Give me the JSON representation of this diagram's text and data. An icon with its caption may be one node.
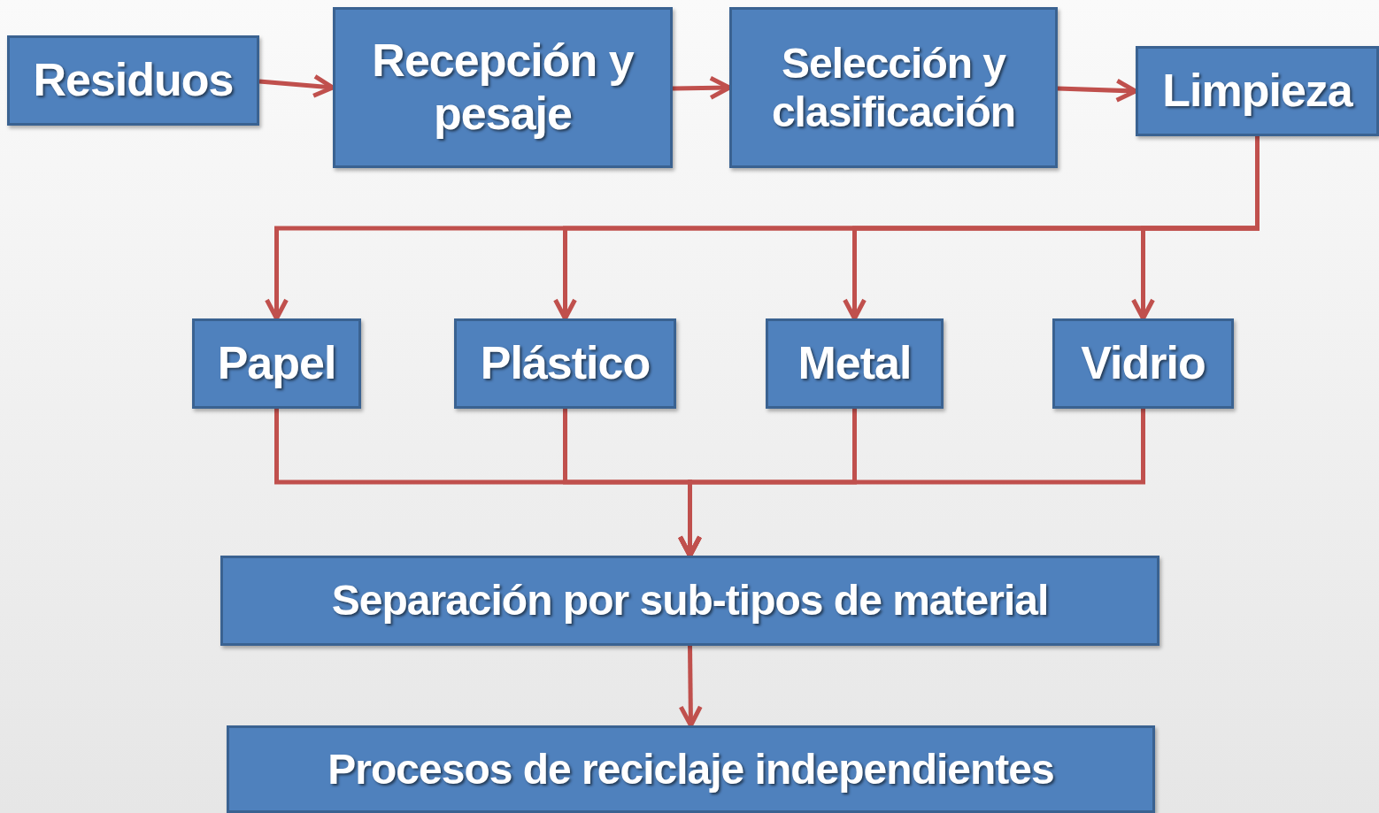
{
  "diagram": {
    "nodes": [
      {
        "text": [
          "Residuos"
        ]
      },
      {
        "text": [
          "Recepción y pesaje"
        ]
      },
      {
        "text": [
          "Selección y clasificación"
        ]
      },
      {
        "text": [
          "Limpieza"
        ]
      },
      {
        "text": [
          "Papel"
        ]
      },
      {
        "text": [
          "Plástico"
        ]
      },
      {
        "text": [
          "Metal"
        ]
      },
      {
        "text": [
          "Vidrio"
        ]
      },
      {
        "text": [
          "Separación por sub-tipos de material"
        ]
      },
      {
        "text": [
          "Procesos de reciclaje independientes"
        ]
      }
    ],
    "edges": [
      {
        "from": 0,
        "to": 1,
        "arrow": "to"
      },
      {
        "from": 1,
        "to": 2,
        "arrow": "to"
      },
      {
        "from": 2,
        "to": 3,
        "arrow": "to"
      },
      {
        "from": 3,
        "to": 4,
        "arrow": "to"
      },
      {
        "from": 3,
        "to": 5,
        "arrow": "to"
      },
      {
        "from": 3,
        "to": 6,
        "arrow": "to"
      },
      {
        "from": 3,
        "to": 7,
        "arrow": "to"
      },
      {
        "from": 4,
        "to": 8,
        "arrow": "to"
      },
      {
        "from": 5,
        "to": 8,
        "arrow": "to"
      },
      {
        "from": 6,
        "to": 8,
        "arrow": "to"
      },
      {
        "from": 7,
        "to": 8,
        "arrow": "to"
      },
      {
        "from": 8,
        "to": 9,
        "arrow": "to"
      }
    ]
  }
}
